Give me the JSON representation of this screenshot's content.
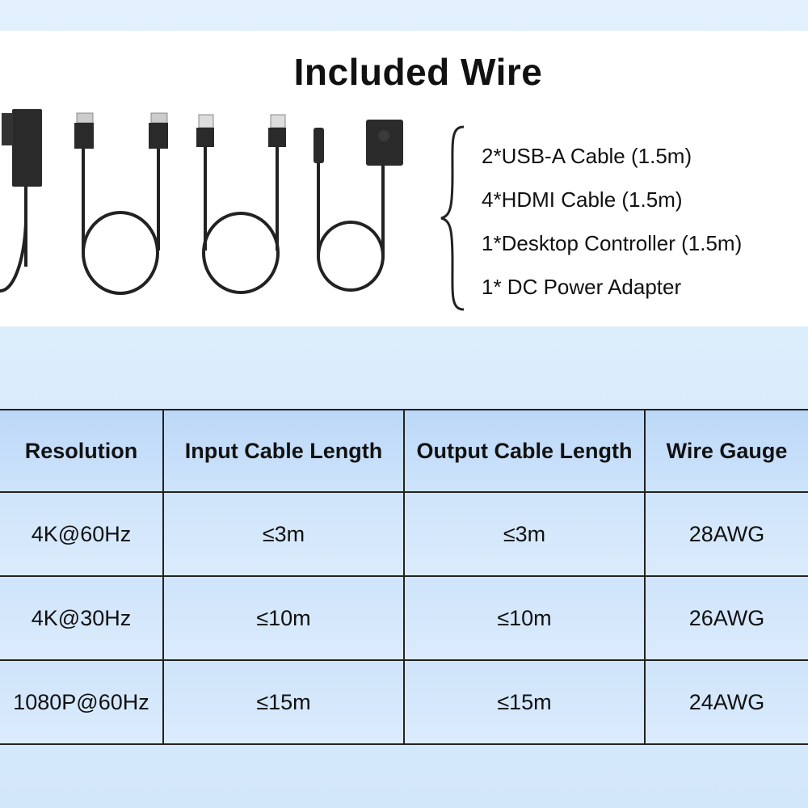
{
  "title": "Included Wire",
  "items": [
    "2*USB-A Cable (1.5m)",
    "4*HDMI Cable (1.5m)",
    "1*Desktop Controller (1.5m)",
    "1* DC Power Adapter"
  ],
  "icons": [
    "power-adapter-icon",
    "hdmi-cable-icon",
    "usb-a-cable-icon",
    "desktop-controller-icon"
  ],
  "table": {
    "headers": [
      "Resolution",
      "Input Cable Length",
      "Output Cable Length",
      "Wire Gauge"
    ],
    "rows": [
      [
        "4K@60Hz",
        "≤3m",
        "≤3m",
        "28AWG"
      ],
      [
        "4K@30Hz",
        "≤10m",
        "≤10m",
        "26AWG"
      ],
      [
        "1080P@60Hz",
        "≤15m",
        "≤15m",
        "24AWG"
      ]
    ]
  }
}
